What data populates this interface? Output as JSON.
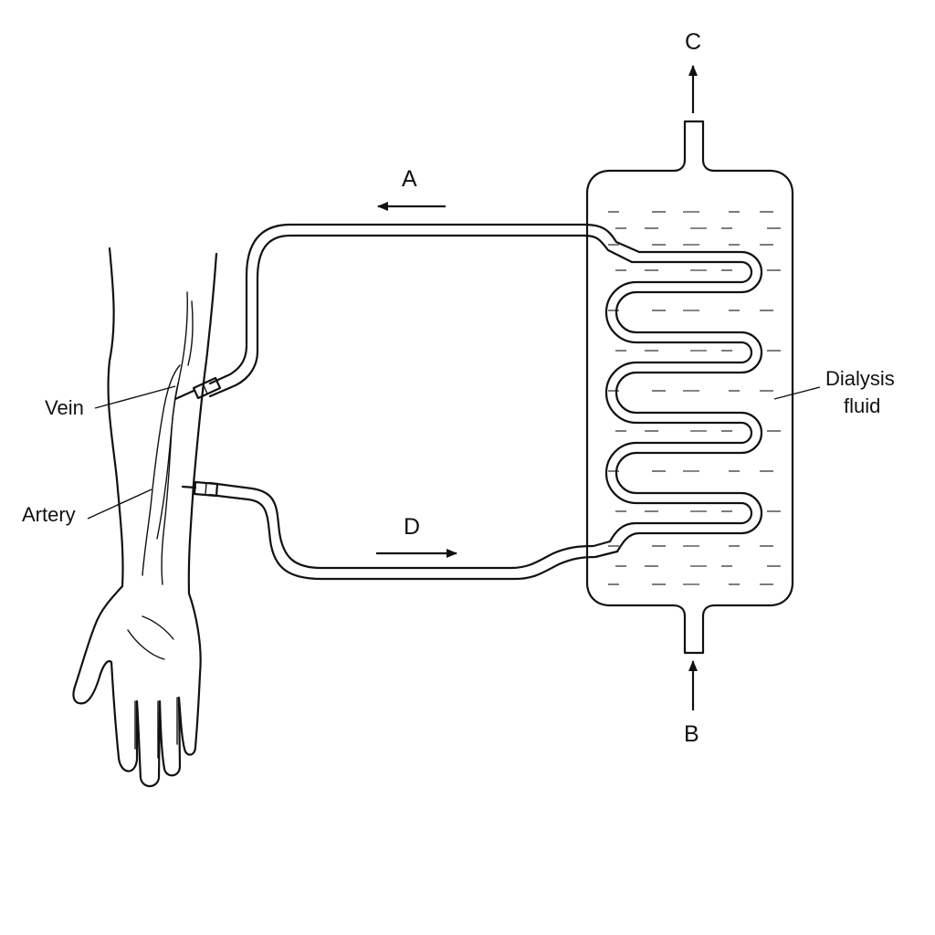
{
  "labels": {
    "vein": "Vein",
    "artery": "Artery",
    "dialysis_line1": "Dialysis",
    "dialysis_line2": "fluid",
    "flow_a": "A",
    "flow_b": "B",
    "flow_c": "C",
    "flow_d": "D"
  },
  "colors": {
    "line": "#111111",
    "background": "#ffffff"
  }
}
